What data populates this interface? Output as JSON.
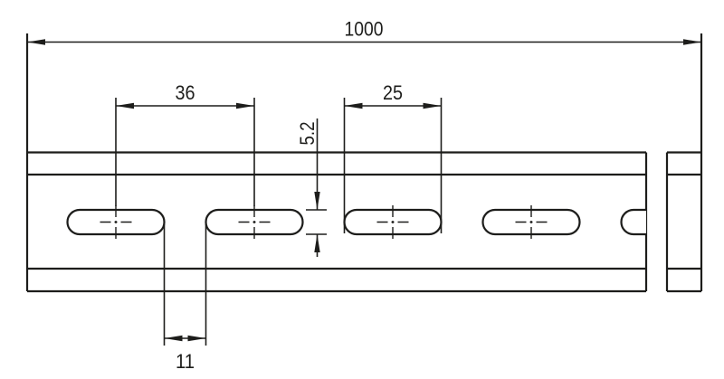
{
  "drawing": {
    "background": "#ffffff",
    "line_color": "#1d1d1b",
    "labels": {
      "overall_length": "1000",
      "slot_pitch": "36",
      "slot_length": "25",
      "slot_width": "5.2",
      "slot_gap": "11"
    }
  }
}
